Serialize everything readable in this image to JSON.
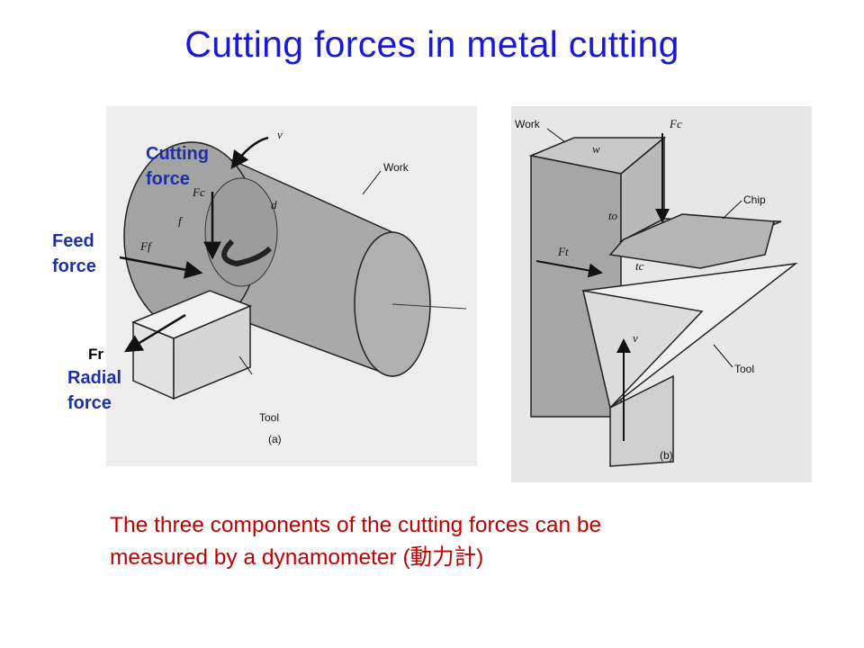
{
  "title": "Cutting forces in metal cutting",
  "overlay_labels": {
    "cutting_force_1": "Cutting",
    "cutting_force_2": "force",
    "feed_force_1": "Feed",
    "feed_force_2": "force",
    "fr": "Fr",
    "radial_force_1": "Radial",
    "radial_force_2": "force"
  },
  "figure_a": {
    "work": "Work",
    "tool": "Tool",
    "v": "v",
    "fc": "Fc",
    "ff": "Ff",
    "f": "f",
    "d": "d",
    "caption": "(a)"
  },
  "figure_b": {
    "work": "Work",
    "w": "w",
    "fc": "Fc",
    "chip": "Chip",
    "to": "to",
    "tc": "tc",
    "ft": "Ft",
    "v": "v",
    "tool": "Tool",
    "caption": "(b)"
  },
  "caption": {
    "line1": "The three components of the cutting forces can be",
    "line2": "measured by a dynamometer (動力計)"
  },
  "colors": {
    "title": "#1a1ad6",
    "overlay": "#1f2fa6",
    "caption": "#c00000",
    "metal": "#a8a8a8"
  }
}
